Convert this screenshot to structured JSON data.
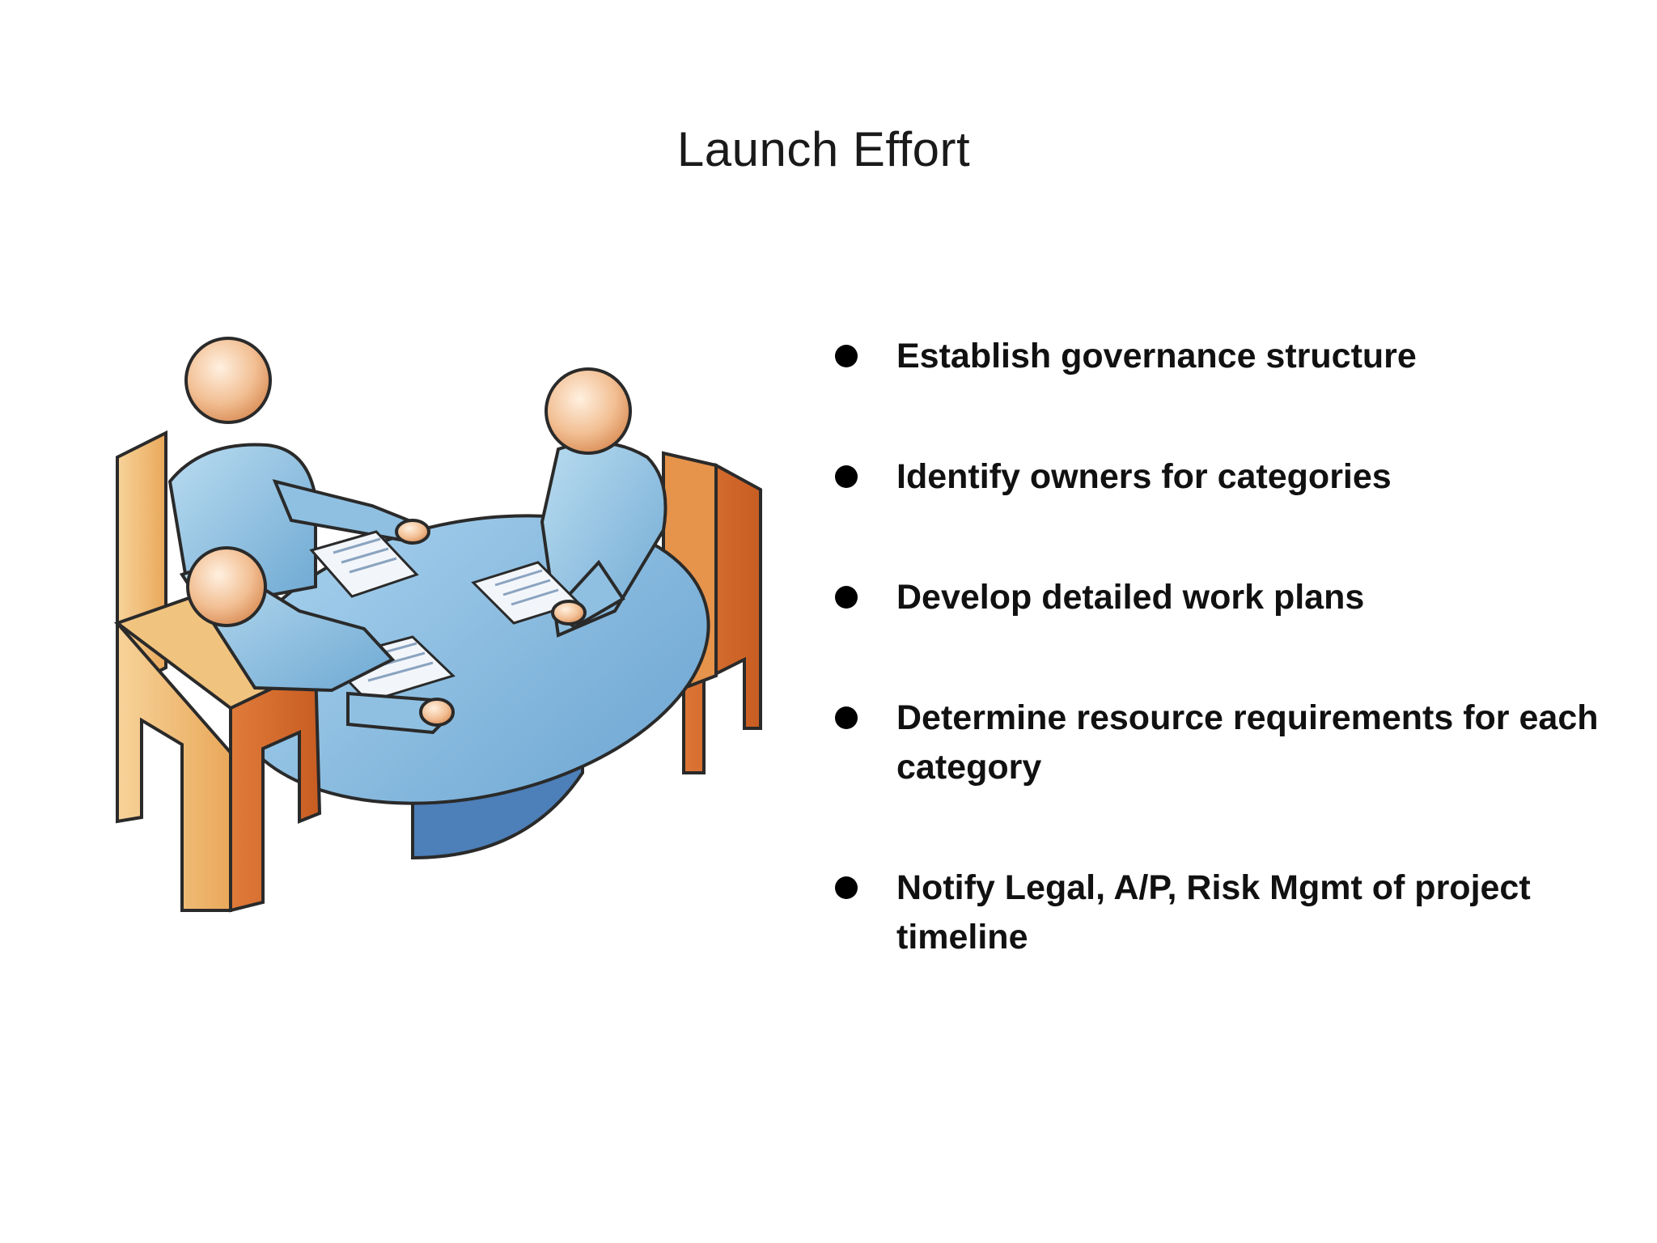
{
  "slide": {
    "title": "Launch Effort",
    "illustration_icon": "meeting-table-icon",
    "bullets": [
      "Establish governance structure",
      "Identify owners for categories",
      "Develop detailed work plans",
      "Determine resource requirements for each category",
      "Notify Legal, A/P, Risk Mgmt of project timeline"
    ]
  }
}
